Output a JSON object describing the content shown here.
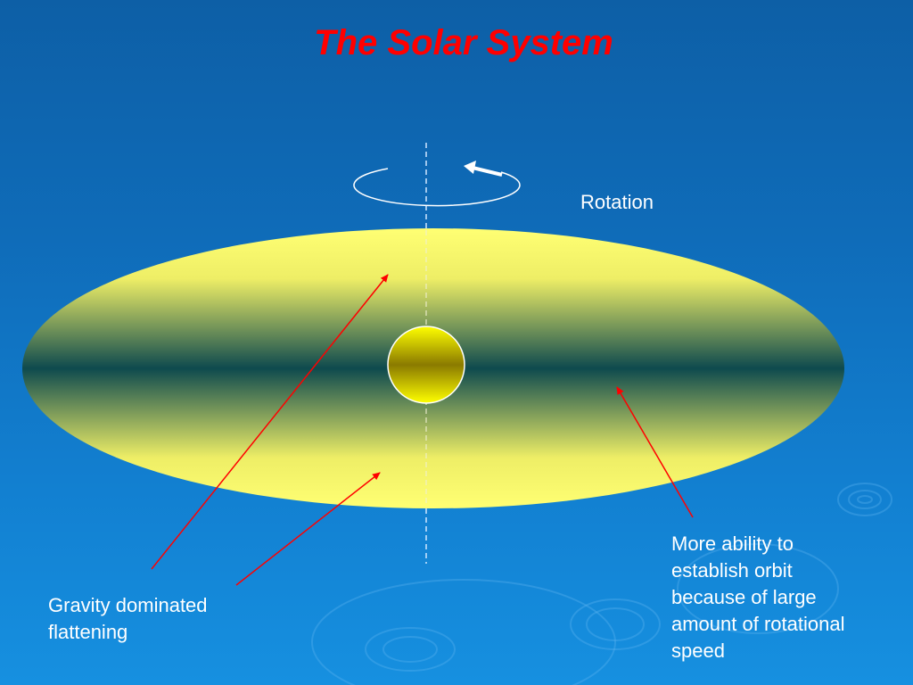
{
  "slide": {
    "title": "The Solar System",
    "rotation_label": "Rotation",
    "gravity_label_lines": [
      "Gravity dominated",
      "flattening"
    ],
    "orbit_label_lines": [
      "More ability to",
      "establish orbit",
      "because of large",
      "amount of rotational",
      "speed"
    ]
  },
  "colors": {
    "background_top": "#0d5fa6",
    "background_bottom": "#1690e0",
    "title": "#ff0000",
    "disk_edge": "#ffff73",
    "disk_center": "#0e4a4e",
    "sun": "#ffff00",
    "arrow": "#ff0000",
    "label_text": "#ffffff"
  },
  "icons": {
    "rotation_arrow": "curved-rotation-arrow-icon",
    "ripples": "water-ripple-decoration"
  }
}
